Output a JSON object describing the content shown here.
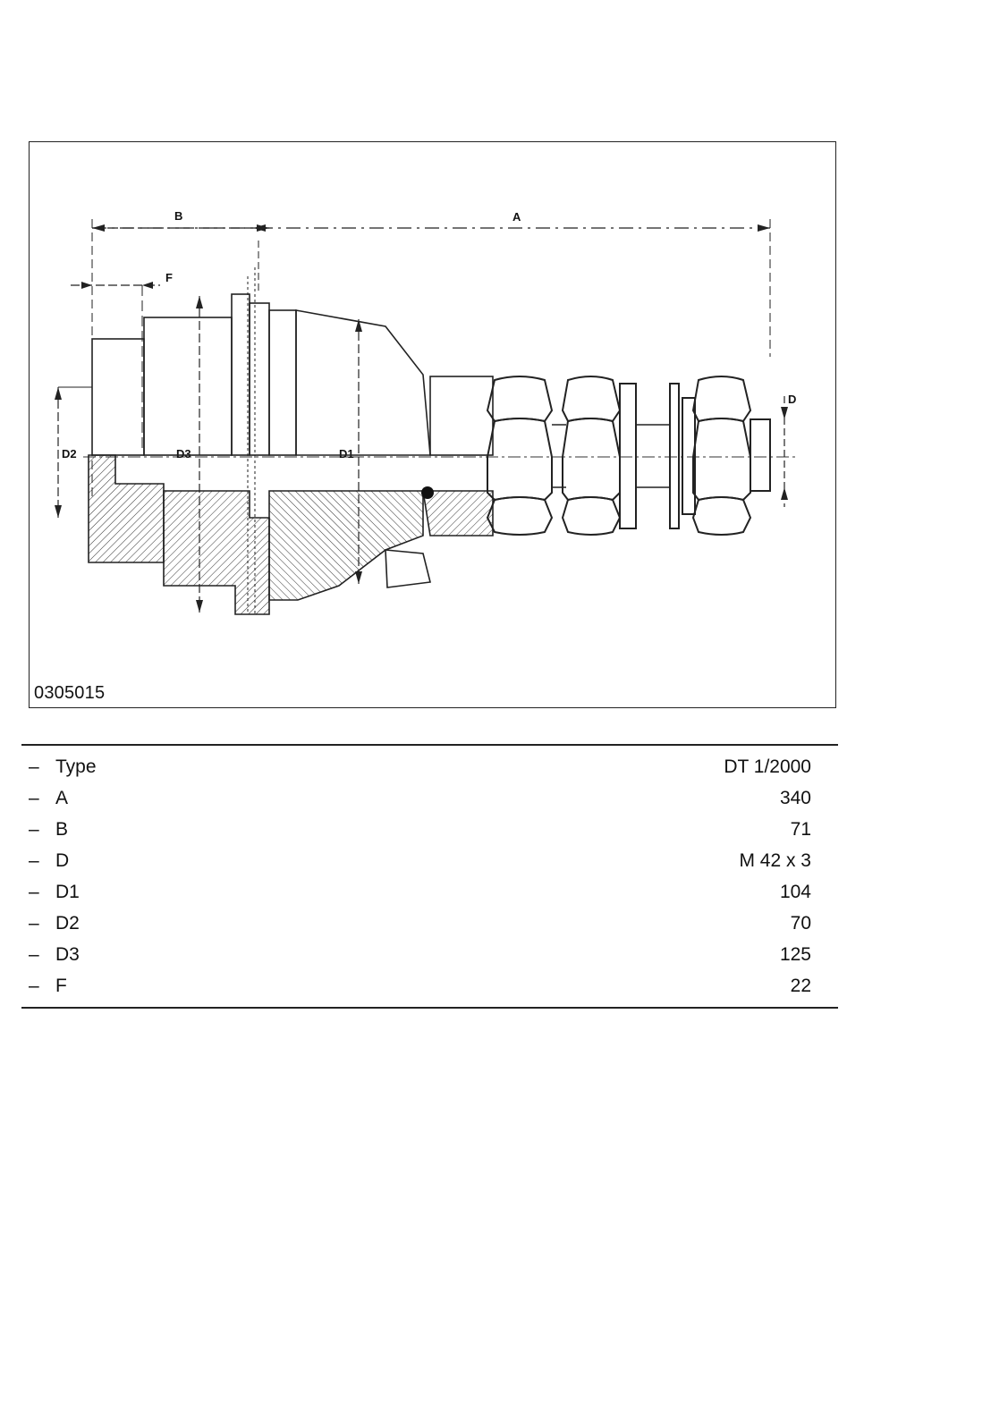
{
  "figure": {
    "code": "0305015",
    "dimension_labels": {
      "a": "A",
      "b": "B",
      "f": "F",
      "d": "D",
      "d1": "D1",
      "d2": "D2",
      "d3": "D3"
    }
  },
  "spec_table": {
    "rows": [
      {
        "label": "Type",
        "value": "DT 1/2000"
      },
      {
        "label": "A",
        "value": "340"
      },
      {
        "label": "B",
        "value": "71"
      },
      {
        "label": "D",
        "value": "M 42 x 3"
      },
      {
        "label": "D1",
        "value": "104"
      },
      {
        "label": "D2",
        "value": "70"
      },
      {
        "label": "D3",
        "value": "125"
      },
      {
        "label": "F",
        "value": "22"
      }
    ]
  }
}
